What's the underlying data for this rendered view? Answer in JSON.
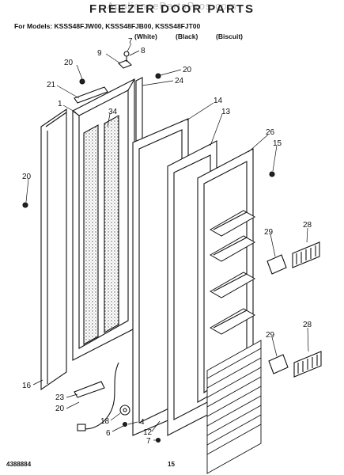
{
  "watermark": "AppliancePartsPros.com",
  "header": {
    "title": "FREEZER DOOR PARTS",
    "models_line": "For Models: KSSS48FJW00, KSSS48FJB00, KSSS48FJT00",
    "colors": [
      "(White)",
      "(Black)",
      "(Biscuit)"
    ]
  },
  "footer": {
    "doc_number": "4388884",
    "page_number": "15"
  },
  "callouts": [
    {
      "id": "c7a",
      "text": "7"
    },
    {
      "id": "c8",
      "text": "8"
    },
    {
      "id": "c9",
      "text": "9"
    },
    {
      "id": "c20a",
      "text": "20"
    },
    {
      "id": "c20b",
      "text": "20"
    },
    {
      "id": "c24",
      "text": "24"
    },
    {
      "id": "c21",
      "text": "21"
    },
    {
      "id": "c1",
      "text": "1"
    },
    {
      "id": "c34",
      "text": "34"
    },
    {
      "id": "c14",
      "text": "14"
    },
    {
      "id": "c13",
      "text": "13"
    },
    {
      "id": "c26",
      "text": "26"
    },
    {
      "id": "c15",
      "text": "15"
    },
    {
      "id": "c20c",
      "text": "20"
    },
    {
      "id": "c28a",
      "text": "28"
    },
    {
      "id": "c29a",
      "text": "29"
    },
    {
      "id": "c28b",
      "text": "28"
    },
    {
      "id": "c29b",
      "text": "29"
    },
    {
      "id": "c16",
      "text": "16"
    },
    {
      "id": "c23",
      "text": "23"
    },
    {
      "id": "c20d",
      "text": "20"
    },
    {
      "id": "c18",
      "text": "18"
    },
    {
      "id": "c4",
      "text": "4"
    },
    {
      "id": "c6",
      "text": "6"
    },
    {
      "id": "c12",
      "text": "12"
    },
    {
      "id": "c7b",
      "text": "7"
    }
  ]
}
